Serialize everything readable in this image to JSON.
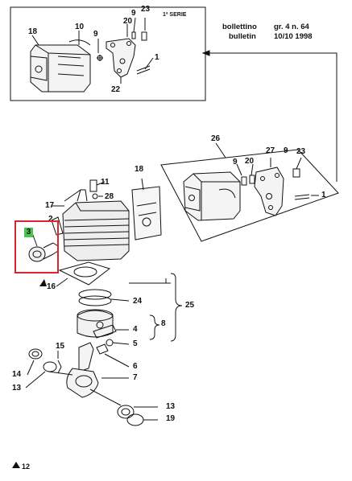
{
  "bulletin": {
    "line1_left": "bollettino",
    "line1_right": "gr. 4   n. 64",
    "line2_left": "bulletin",
    "line2_right": "10/10 1998"
  },
  "series_label": "1ª SERIE",
  "callouts": {
    "c18_top": "18",
    "c10": "10",
    "c20_top": "20",
    "c9_top": "9",
    "c23_top": "23",
    "c9b_top": "9",
    "c1_top": "1",
    "c22": "22",
    "c26": "26",
    "c27": "27",
    "c9_r": "9",
    "c20_r": "20",
    "c9b_r": "9",
    "c23_r": "23",
    "c1_r": "1",
    "c18_mid": "18",
    "c11": "11",
    "c28": "28",
    "c17": "17",
    "c2": "2",
    "c3": "3",
    "c16": "16",
    "c24": "24",
    "c25": "25",
    "c8": "8",
    "c4": "4",
    "c5": "5",
    "c15": "15",
    "c14": "14",
    "c13a": "13",
    "c6": "6",
    "c7": "7",
    "c13b": "13",
    "c19": "19"
  },
  "footer_ref": "12"
}
